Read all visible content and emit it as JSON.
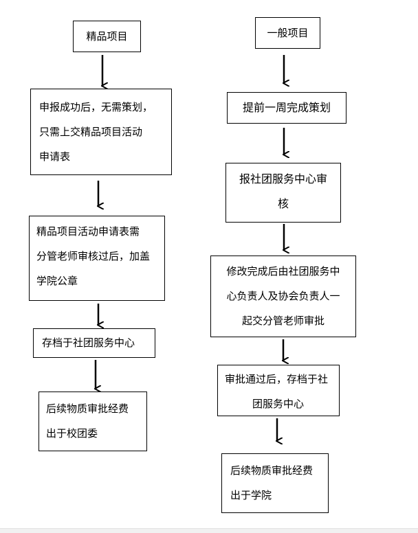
{
  "left_column": {
    "title": "精品项目",
    "steps": [
      [
        "申报成功后，无需策划，",
        "只需上交精品项目活动",
        "申请表"
      ],
      [
        "精品项目活动申请表需",
        "分管老师审核过后，加盖",
        "学院公章"
      ],
      [
        "存档于社团服务中心"
      ],
      [
        "后续物质审批经费",
        "出于校团委"
      ]
    ]
  },
  "right_column": {
    "title": "一般项目",
    "steps": [
      [
        "提前一周完成策划"
      ],
      [
        "报社团服务中心审",
        "核"
      ],
      [
        "修改完成后由社团服务中",
        "心负责人及协会负责人一",
        "起交分管老师审批"
      ],
      [
        "审批通过后，存档于社",
        "团服务中心"
      ],
      [
        "后续物质审批经费",
        "出于学院"
      ]
    ]
  }
}
